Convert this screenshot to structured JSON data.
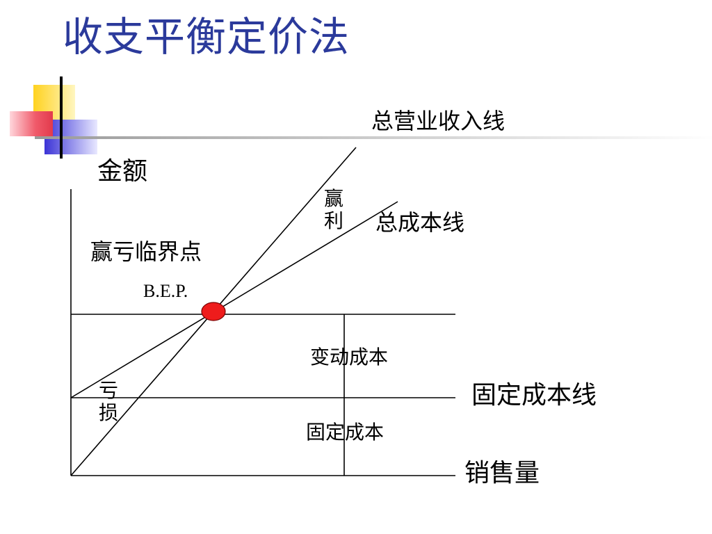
{
  "slide": {
    "title": "收支平衡定价法"
  },
  "diagram": {
    "y_axis_label": "金额",
    "x_axis_label": "销售量",
    "revenue_line_label": "总营业收入线",
    "total_cost_line_label": "总成本线",
    "fixed_cost_line_label": "固定成本线",
    "breakeven_label": "赢亏临界点",
    "bep_abbrev": "B.E.P.",
    "profit_label": "赢利",
    "loss_label": "亏损",
    "variable_cost_label": "变动成本",
    "fixed_cost_label": "固定成本"
  },
  "colors": {
    "title": "#2b3a9b",
    "bep_marker": "#ee1c1c",
    "line": "#000000",
    "deco_yellow": "#ffd21f",
    "deco_blue": "#3b33d6",
    "deco_red": "#f05a6a"
  }
}
